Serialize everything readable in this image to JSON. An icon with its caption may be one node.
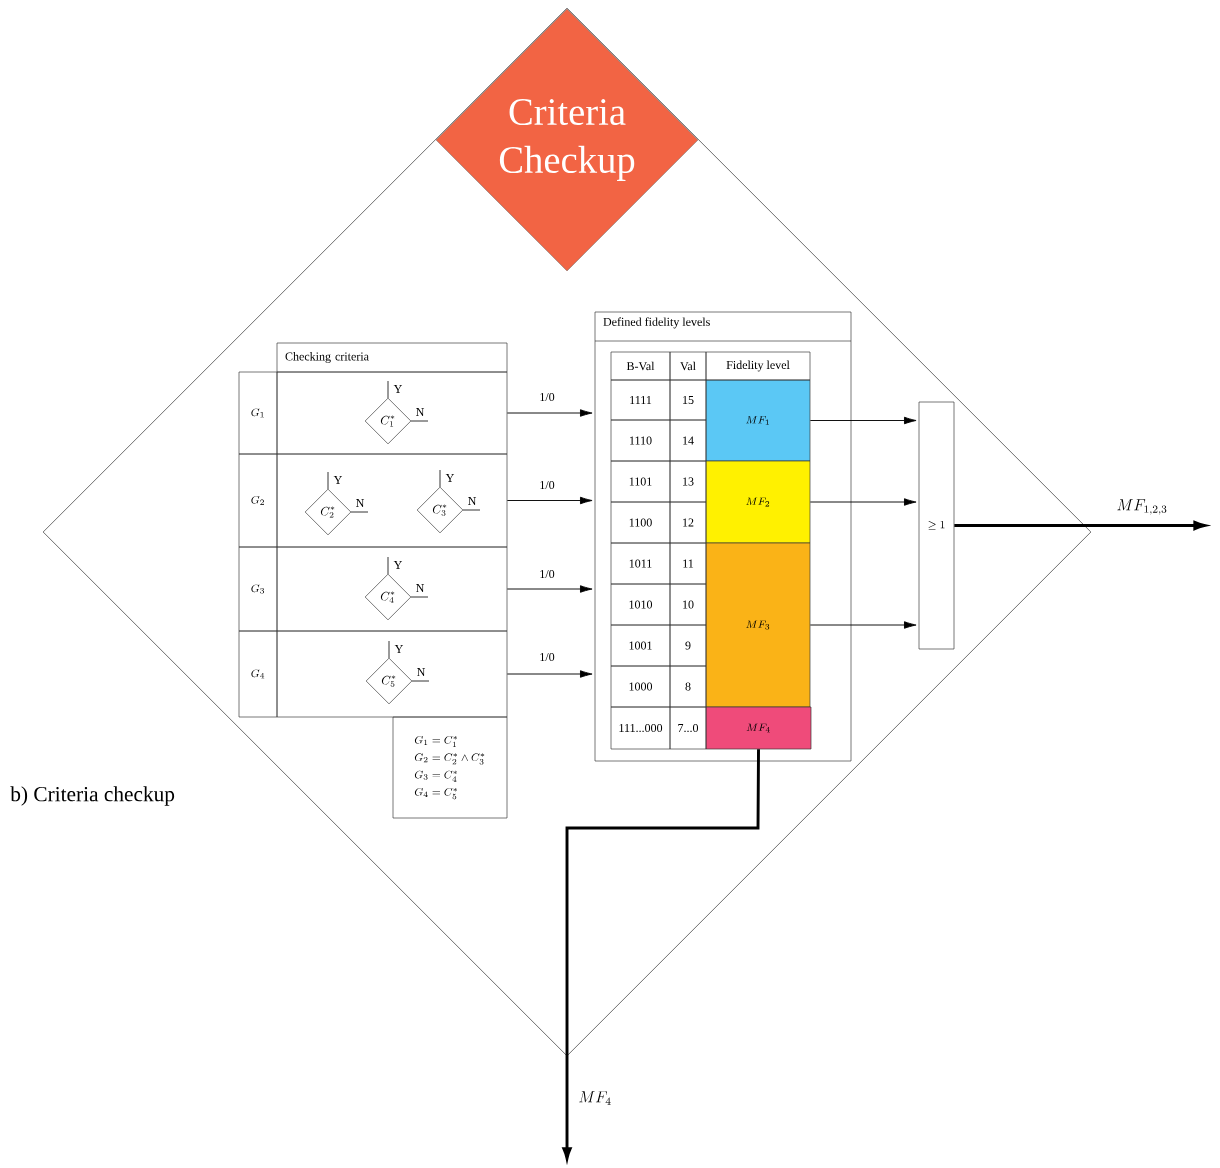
{
  "diagram": {
    "caption": "b) Criteria checkup",
    "nodes": [
      {
        "text": [],
        "shape": "diamond"
      },
      {
        "text": [
          "Criteria Checkup"
        ],
        "in": 0
      },
      {
        "text": [
          "Checking criteria"
        ],
        "in": 0
      },
      {
        "text": [
          "G_1"
        ],
        "in": 0
      },
      {
        "text": [],
        "shape": "box",
        "in": 0
      },
      {
        "text": [
          "C_1^*"
        ],
        "beside": [
          "Y",
          "N"
        ],
        "in": 4
      },
      {
        "text": [
          "G_2"
        ],
        "in": 0
      },
      {
        "text": [],
        "shape": "box",
        "in": 0
      },
      {
        "text": [
          "C_2^*"
        ],
        "beside": [
          "Y",
          "N"
        ],
        "in": 7
      },
      {
        "text": [
          "C_3^*"
        ],
        "beside": [
          "Y",
          "N"
        ],
        "in": 7
      },
      {
        "text": [
          "G_3"
        ],
        "in": 0
      },
      {
        "text": [],
        "shape": "box",
        "in": 0
      },
      {
        "text": [
          "C_4^*"
        ],
        "beside": [
          "Y",
          "N"
        ],
        "in": 11
      },
      {
        "text": [
          "G_4"
        ],
        "in": 0
      },
      {
        "text": [],
        "shape": "box",
        "in": 0
      },
      {
        "text": [
          "C_5^*"
        ],
        "beside": [
          "Y",
          "N"
        ],
        "in": 14
      },
      {
        "text": [
          "G_1 = C_1^*",
          "G_2 = C_2^* \\wedge C_3^*",
          "G_3 = C_4^*",
          "G_4 = C_5^*"
        ],
        "in": 0
      },
      {
        "text": [
          "Defined fidelity levels"
        ],
        "in": 0
      },
      {
        "text": [
          "MF_1"
        ],
        "in": 17
      },
      {
        "text": [
          "MF_2"
        ],
        "in": 17
      },
      {
        "text": [
          "MF_3"
        ],
        "in": 17
      },
      {
        "text": [
          "MF_4"
        ],
        "in": 17
      },
      {
        "text": [
          "\\geq 1"
        ],
        "in": 0
      }
    ],
    "edges": [
      {
        "from": 4,
        "to": 17,
        "arrow": "to",
        "label": "1/0"
      },
      {
        "from": 7,
        "to": 17,
        "arrow": "to",
        "label": "1/0"
      },
      {
        "from": 11,
        "to": 17,
        "arrow": "to",
        "label": "1/0"
      },
      {
        "from": 14,
        "to": 17,
        "arrow": "to",
        "label": "1/0"
      },
      {
        "from": 18,
        "to": 22,
        "arrow": "to"
      },
      {
        "from": 19,
        "to": 22,
        "arrow": "to"
      },
      {
        "from": 20,
        "to": 22,
        "arrow": "to"
      },
      {
        "from": 22,
        "to": null,
        "arrow": "to",
        "style": "thick",
        "label": "MF_{1,2,3}"
      },
      {
        "from": 21,
        "to": null,
        "arrow": "to",
        "style": "thick",
        "label": "MF_4"
      }
    ],
    "labels": [
      "B-Val",
      "Val",
      "Fidelity level",
      "1111",
      "15",
      "1110",
      "14",
      "1101",
      "13",
      "1100",
      "12",
      "1011",
      "11",
      "1010",
      "10",
      "1001",
      "9",
      "1000",
      "8",
      "111...000",
      "7...0"
    ]
  }
}
